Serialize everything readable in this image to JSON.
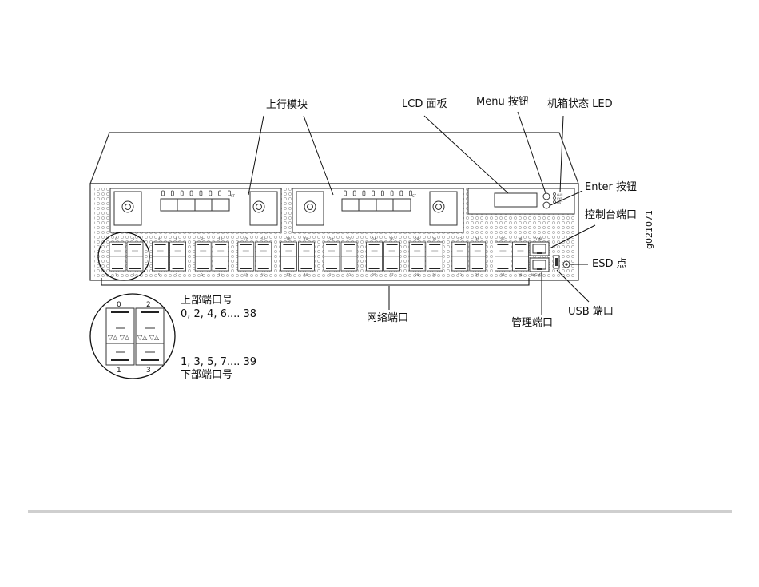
{
  "labels": {
    "uplink_module": "上行模块",
    "lcd_panel": "LCD 面板",
    "menu_button": "Menu 按钮",
    "chassis_status_led": "机箱状态 LED",
    "enter_button": "Enter 按钮",
    "console_port": "控制台端口",
    "esd_point": "ESD 点",
    "usb_port": "USB 端口",
    "management_port": "管理端口",
    "network_ports": "网络端口",
    "top_ports_title": "上部端口号",
    "top_ports_numbers": "0, 2, 4, 6.... 38",
    "bottom_ports_numbers": "1, 3, 5, 7.... 39",
    "bottom_ports_title": "下部端口号"
  },
  "figure_id": "g021071",
  "device": {
    "con_label": "CON",
    "mgmt_label": "MGMT",
    "led_labels": [
      "ALM",
      "SYS",
      "MST"
    ],
    "module_st_label": "ST",
    "port_pairs_top": [
      "0",
      "2",
      "4",
      "6",
      "8",
      "10",
      "12",
      "14",
      "16",
      "18",
      "20",
      "22",
      "24",
      "26",
      "28",
      "30",
      "32",
      "34",
      "36",
      "38"
    ],
    "port_pairs_bottom": [
      "1",
      "3",
      "5",
      "7",
      "9",
      "11",
      "13",
      "15",
      "17",
      "19",
      "21",
      "23",
      "25",
      "27",
      "29",
      "31",
      "33",
      "35",
      "37",
      "39"
    ]
  },
  "inset": {
    "top_numbers": [
      "0",
      "2"
    ],
    "bottom_numbers": [
      "1",
      "3"
    ]
  }
}
